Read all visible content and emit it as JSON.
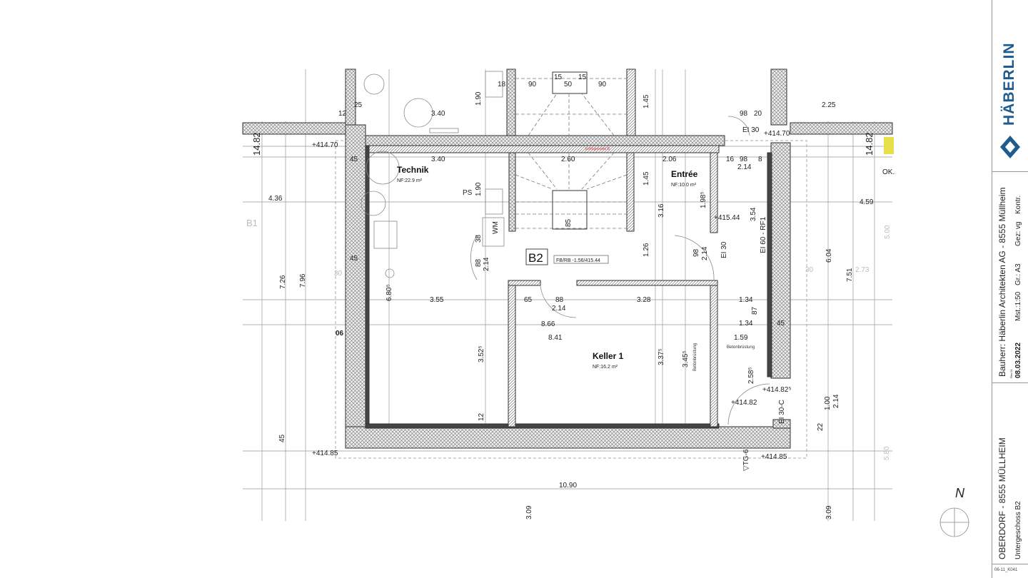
{
  "plan": {
    "rooms": {
      "technik": {
        "name": "Technik",
        "area": "NF:22.9 m²"
      },
      "entree": {
        "name": "Entrée",
        "area": "NF:10.0 m²"
      },
      "keller": {
        "name": "Keller 1",
        "area": "NF:16.2 m²"
      }
    },
    "level": {
      "label": "B2",
      "note": "FB/RB -1.56/415.44"
    },
    "labels": {
      "ps": "PS",
      "wm": "WM",
      "b1": "B1",
      "axis06": "06",
      "ok": "OK.",
      "betonbruestung1": "Betonbrüstung",
      "betonbruestung2": "Betonbrüstung",
      "ei30_top": "EI 30",
      "ei30_side": "EI 30",
      "ei60": "EI 60 - RF1",
      "ei30c": "EI 30-C",
      "tg6": "▽TG-6",
      "entry_point": "Einfügepunkt B",
      "north": "N"
    },
    "elevations": [
      "+414.70",
      "+414.70",
      "+415.44",
      "+414.82⁵",
      "+414.82",
      "+414.85",
      "+414.85"
    ],
    "dimensions": {
      "d1482a": "14.82",
      "d1482b": "14.82",
      "d436": "4.36",
      "d726": "7.26",
      "d796": "7.96",
      "d45a": "45",
      "d12a": "12",
      "d25a": "25",
      "d340a": "3.40",
      "d340b": "3.40",
      "d190a": "1.90",
      "d190b": "1.90",
      "d18a": "18",
      "d90a": "90",
      "d50a": "50",
      "d90b": "90",
      "d15a": "15",
      "d15b": "15",
      "d260": "2.60",
      "d206": "2.06",
      "d145a": "1.45",
      "d145b": "1.45",
      "d98a": "98",
      "d20a": "20",
      "d225": "2.25",
      "d214a": "2.14",
      "d16": "16",
      "d98b": "98",
      "d8": "8",
      "d459": "4.59",
      "d604": "6.04",
      "d751": "7.51",
      "d273": "2.73",
      "d500": "5.00",
      "d354": "3.54",
      "d316": "3.16",
      "d126": "1.26",
      "d198": "1.98⁵",
      "d98c": "98",
      "d214b": "2.14",
      "d88a": "88",
      "d214c": "2.14",
      "d38": "38",
      "d680": "6.80⁵",
      "d355": "3.55",
      "d65": "65",
      "d88b": "88",
      "d214d": "2.14",
      "d328": "3.28",
      "d866": "8.66",
      "d841": "8.41",
      "d134a": "1.34",
      "d87": "87",
      "d134b": "1.34",
      "d159": "1.59",
      "d352": "3.52⁵",
      "d337": "3.37⁵",
      "d345": "3.45⁵",
      "d258": "2.58⁵",
      "d100": "1.00",
      "d214e": "2.14",
      "d22": "22",
      "d1090": "10.90",
      "d309a": "3.09",
      "d309b": "3.09",
      "d580": "5.80",
      "d30a": "30",
      "d30b": "30",
      "d85": "85",
      "d45b": "45",
      "d45c": "45",
      "d45d": "45",
      "d12b": "12"
    }
  },
  "titleblock": {
    "brand": "HÄBERLIN",
    "client": "Bauherr:  Häberlin Architekten AG - 8555 Müllheim",
    "date_rev": "Rev 01",
    "date": "08.03.2022",
    "scale": "Mst.:1:50",
    "format": "Gr.:   A3",
    "drawn": "Gez:  vg",
    "check": "Kontr.",
    "project": "OBERDORF - 8555 MÜLLHEIM",
    "drawing": "Untergeschoss B2",
    "number": "06-11_K041"
  },
  "colors": {
    "brand": "#1f5b8e",
    "wall_dark": "#333333"
  }
}
